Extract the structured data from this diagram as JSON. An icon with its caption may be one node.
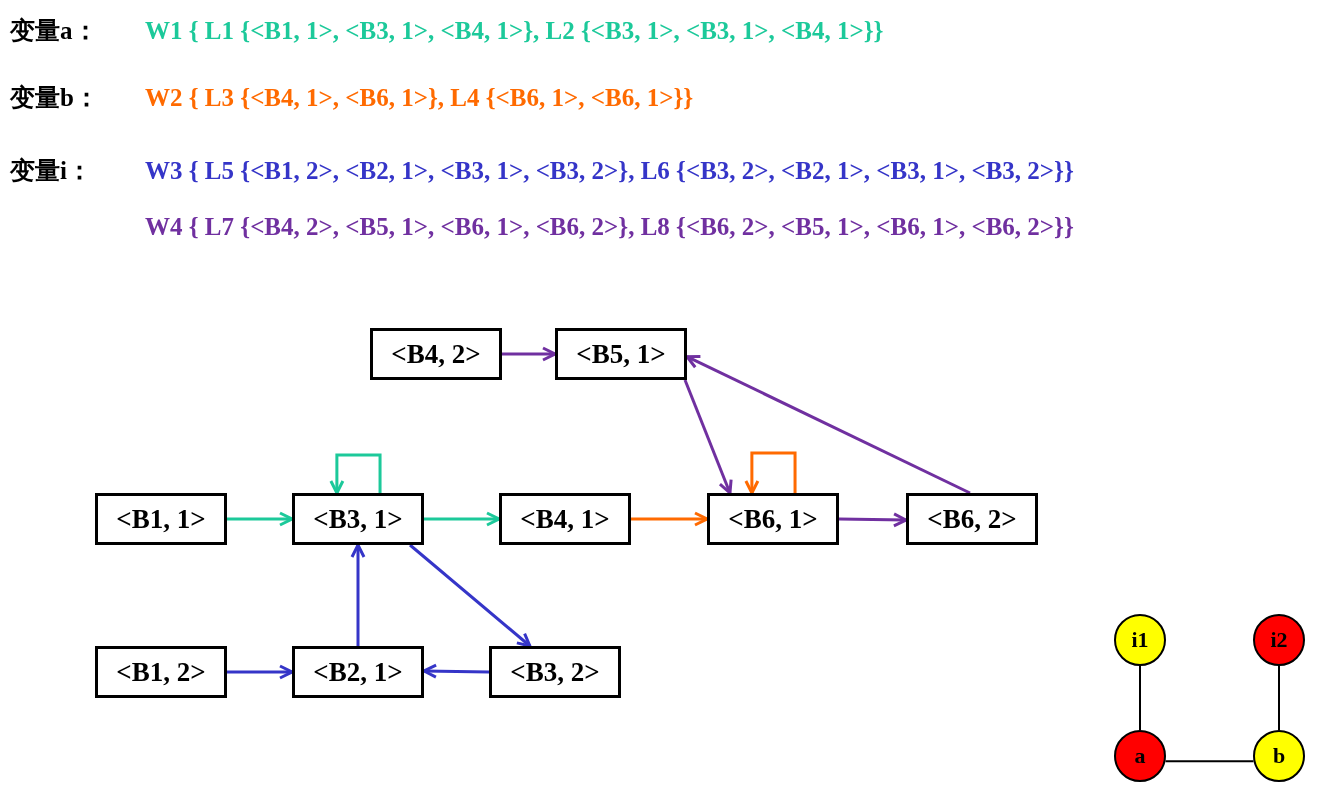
{
  "diagram": {
    "nodes": [
      {
        "text": [
          "<B4, 2>"
        ]
      },
      {
        "text": [
          "<B5, 1>"
        ]
      },
      {
        "text": [
          "<B1, 1>"
        ]
      },
      {
        "text": [
          "<B3, 1>"
        ]
      },
      {
        "text": [
          "<B4, 1>"
        ]
      },
      {
        "text": [
          "<B6, 1>"
        ]
      },
      {
        "text": [
          "<B6, 2>"
        ]
      },
      {
        "text": [
          "<B1, 2>"
        ]
      },
      {
        "text": [
          "<B2, 1>"
        ]
      },
      {
        "text": [
          "<B3, 2>"
        ]
      },
      {
        "text": [
          "i1"
        ]
      },
      {
        "text": [
          "i2"
        ]
      },
      {
        "text": [
          "a"
        ]
      },
      {
        "text": [
          "b"
        ]
      }
    ],
    "edges": [
      {
        "from": 2,
        "to": 3,
        "arrow": "to",
        "color": "#1cc99a"
      },
      {
        "from": 3,
        "to": 3,
        "arrow": "to",
        "color": "#1cc99a"
      },
      {
        "from": 3,
        "to": 4,
        "arrow": "to",
        "color": "#1cc99a"
      },
      {
        "from": 4,
        "to": 5,
        "arrow": "to",
        "color": "#ff6a00"
      },
      {
        "from": 5,
        "to": 5,
        "arrow": "to",
        "color": "#ff6a00"
      },
      {
        "from": 7,
        "to": 8,
        "arrow": "to",
        "color": "#3535c8"
      },
      {
        "from": 8,
        "to": 3,
        "arrow": "to",
        "color": "#3535c8"
      },
      {
        "from": 3,
        "to": 9,
        "arrow": "to",
        "color": "#3535c8"
      },
      {
        "from": 9,
        "to": 8,
        "arrow": "to",
        "color": "#3535c8"
      },
      {
        "from": 0,
        "to": 1,
        "arrow": "to",
        "color": "#7030a0"
      },
      {
        "from": 1,
        "to": 5,
        "arrow": "to",
        "color": "#7030a0"
      },
      {
        "from": 5,
        "to": 6,
        "arrow": "to",
        "color": "#7030a0"
      },
      {
        "from": 6,
        "to": 1,
        "arrow": "to",
        "color": "#7030a0"
      },
      {
        "from": 10,
        "to": 12,
        "arrow": "none",
        "color": "#000000"
      },
      {
        "from": 11,
        "to": 13,
        "arrow": "none",
        "color": "#000000"
      },
      {
        "from": 12,
        "to": 13,
        "arrow": "none",
        "color": "#000000"
      }
    ],
    "labels": [
      "变量a：",
      "W1 { L1 {<B1, 1>, <B3, 1>, <B4, 1>}, L2 {<B3, 1>, <B3, 1>, <B4, 1>}}",
      "变量b：",
      "W2 { L3 {<B4, 1>, <B6, 1>}, L4 {<B6, 1>, <B6, 1>}}",
      "变量i：",
      "W3 { L5 {<B1, 2>, <B2, 1>, <B3, 1>, <B3, 2>}, L6 {<B3, 2>, <B2, 1>, <B3, 1>, <B3, 2>}}",
      "W4 { L7 {<B4, 2>, <B5, 1>, <B6, 1>, <B6, 2>}, L8 {<B6, 2>, <B5, 1>, <B6, 1>, <B6, 2>}}"
    ]
  }
}
